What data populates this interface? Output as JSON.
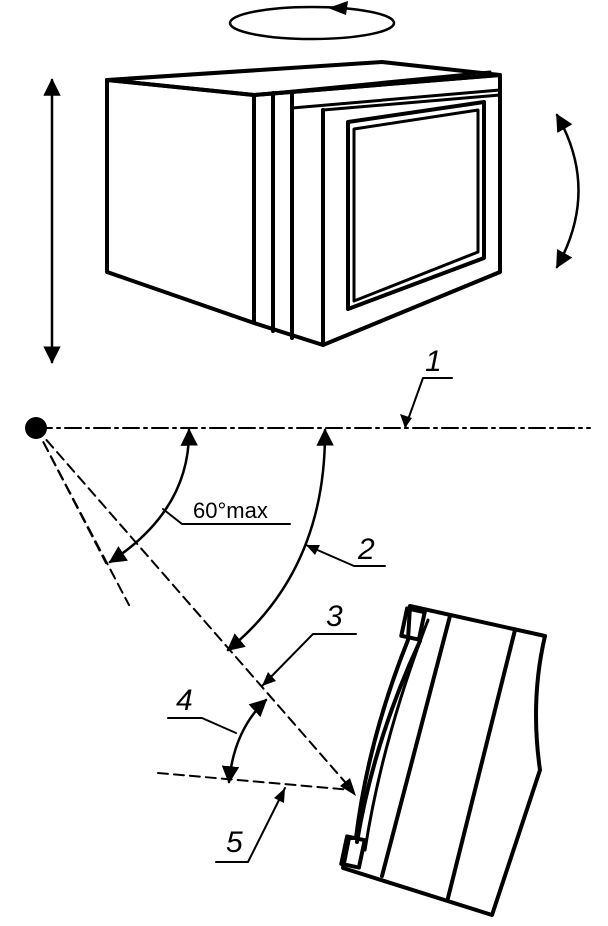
{
  "labels": {
    "callout_1": "1",
    "callout_2": "2",
    "callout_3": "3",
    "callout_4": "4",
    "callout_5": "5",
    "angle": "60°max"
  },
  "colors": {
    "ink": "#000000",
    "background": "#ffffff"
  }
}
